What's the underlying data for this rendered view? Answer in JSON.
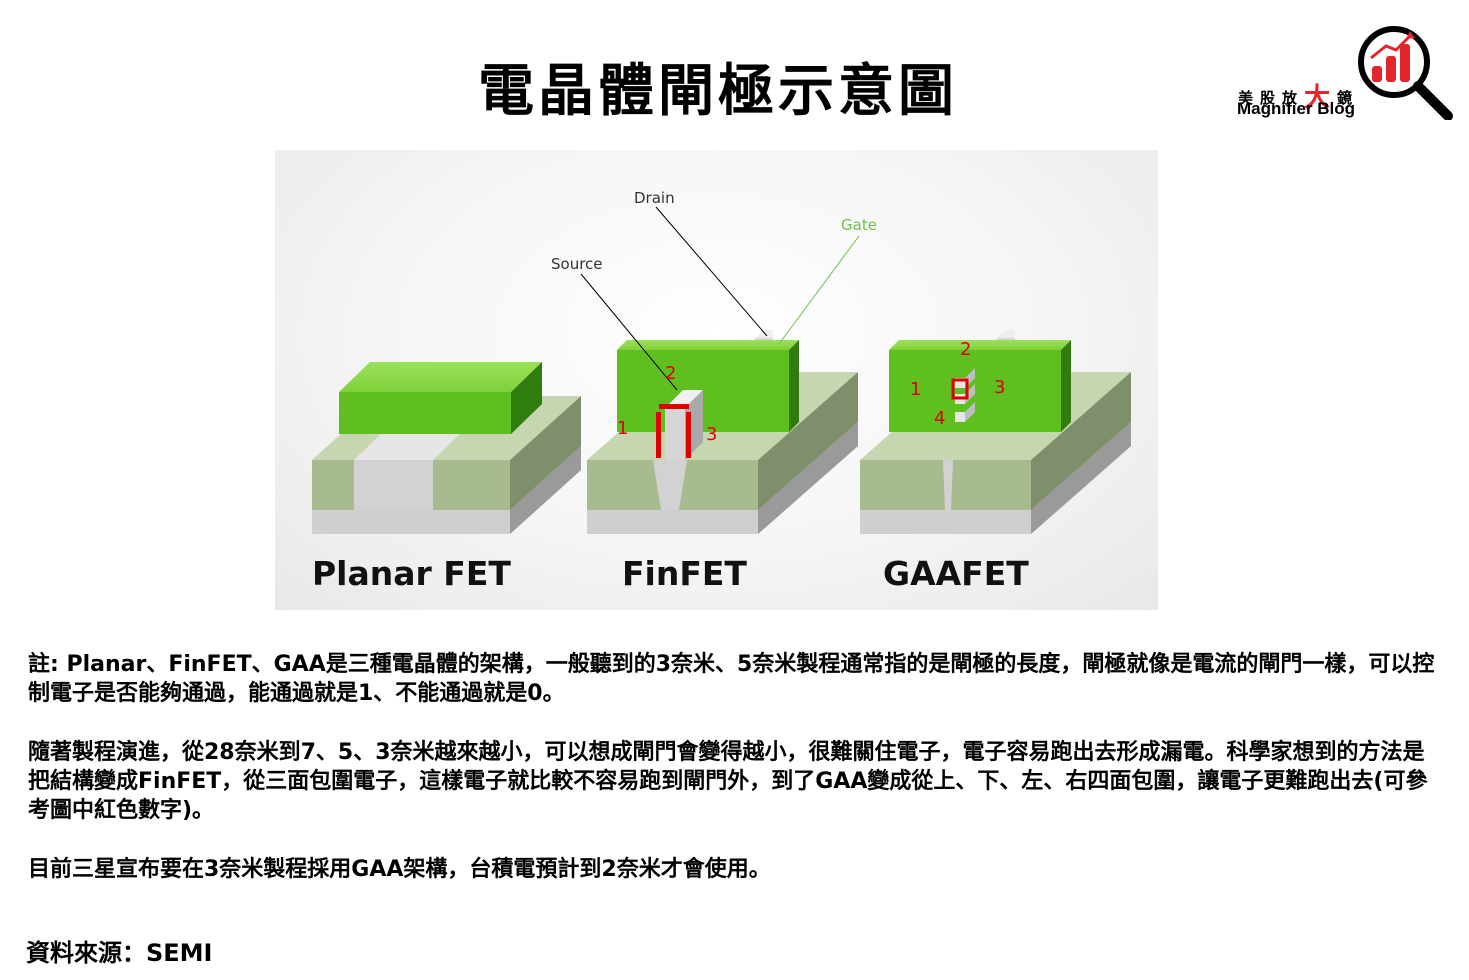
{
  "title": "電晶體閘極示意圖",
  "brand": {
    "cn_pre": "美股放",
    "cn_big": "大",
    "cn_post": "鏡",
    "en": "Magnifier Blog",
    "accent": "#e3262c",
    "icon": "magnifier-chart-icon"
  },
  "diagram": {
    "labels": {
      "drain": "Drain",
      "gate": "Gate",
      "source": "Source"
    },
    "names": {
      "planar": "Planar FET",
      "finfet": "FinFET",
      "gaafet": "GAAFET"
    },
    "finfet_numbers": [
      "1",
      "2",
      "3"
    ],
    "gaafet_numbers": [
      "1",
      "2",
      "3",
      "4"
    ],
    "colors": {
      "gate_green": "#5fbf1f",
      "gate_label": "#6cc24a",
      "marker_red": "#e00000",
      "body_green": "#a8bb8f",
      "substrate_gray": "#c8c8c8"
    }
  },
  "notes": {
    "p1": "註: Planar、FinFET、GAA是三種電晶體的架構，一般聽到的3奈米、5奈米製程通常指的是閘極的長度，閘極就像是電流的閘門一樣，可以控制電子是否能夠通過，能通過就是1、不能通過就是0。",
    "p2": "隨著製程演進，從28奈米到7、5、3奈米越來越小，可以想成閘門會變得越小，很難關住電子，電子容易跑出去形成漏電。科學家想到的方法是把結構變成FinFET，從三面包圍電子，這樣電子就比較不容易跑到閘門外，到了GAA變成從上、下、左、右四面包圍，讓電子更難跑出去(可參考圖中紅色數字)。",
    "p3": "目前三星宣布要在3奈米製程採用GAA架構，台積電預計到2奈米才會使用。"
  },
  "source": "資料來源：SEMI"
}
